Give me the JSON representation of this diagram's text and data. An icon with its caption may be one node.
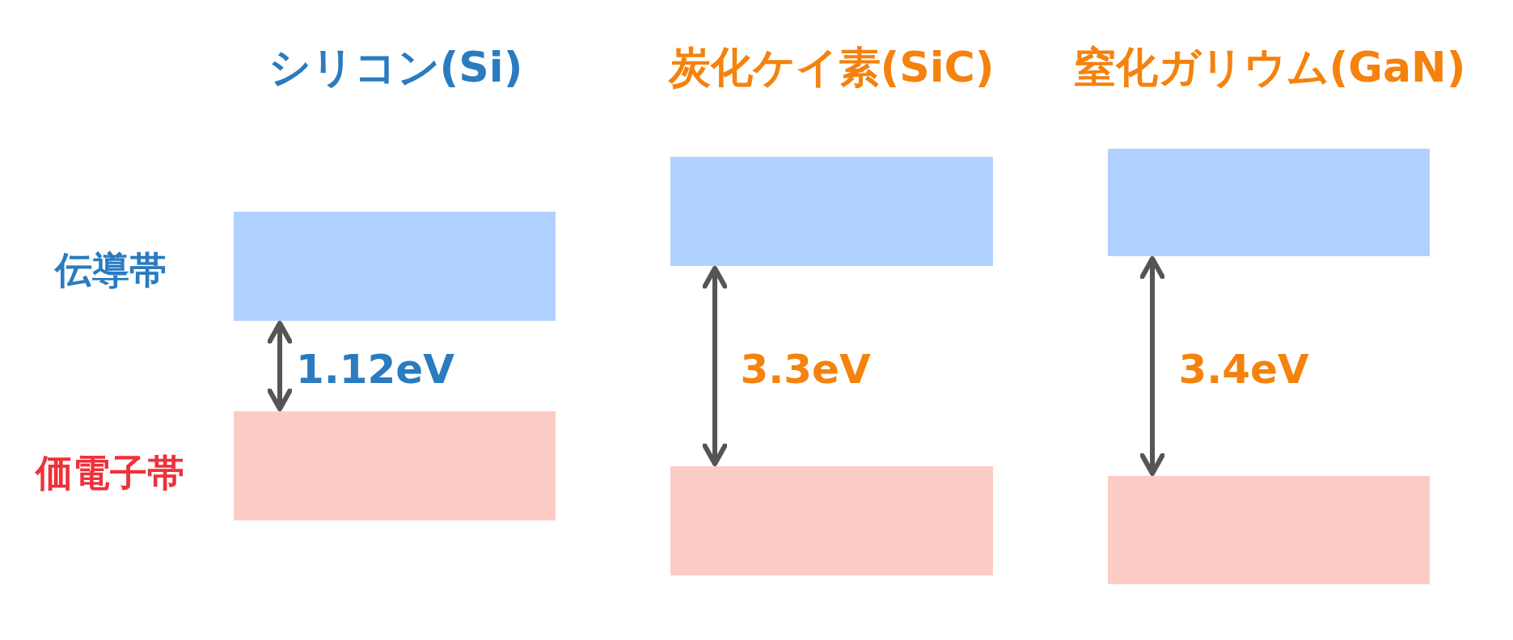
{
  "diagram": {
    "nodes": [
      {
        "text": [],
        "shape": "box"
      },
      {
        "text": [],
        "shape": "box"
      },
      {
        "text": [],
        "shape": "box"
      },
      {
        "text": [],
        "shape": "box"
      },
      {
        "text": [],
        "shape": "box"
      },
      {
        "text": [],
        "shape": "box"
      }
    ],
    "edges": [
      {
        "from": 0,
        "to": 1,
        "arrow": "both",
        "label": "1.12eV"
      },
      {
        "from": 2,
        "to": 3,
        "arrow": "both",
        "label": "3.3eV"
      },
      {
        "from": 4,
        "to": 5,
        "arrow": "both",
        "label": "3.4eV"
      }
    ],
    "labels": [
      "シリコン(Si)",
      "炭化ケイ素(SiC)",
      "窒化ガリウム(GaN)",
      "伝導帯",
      "価電子帯"
    ]
  }
}
